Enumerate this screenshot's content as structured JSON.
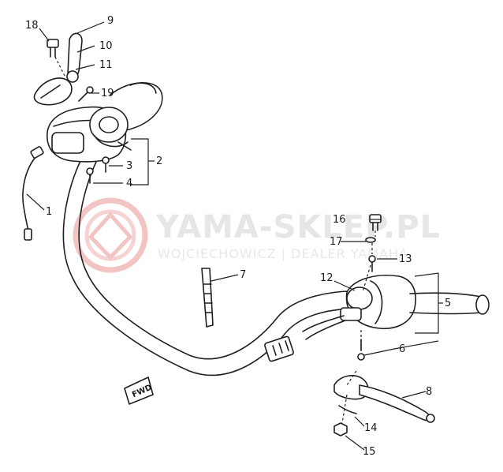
{
  "watermark": {
    "main": "YAMA-SKLEP.PL",
    "sub": "WOJCIECHOWICZ | DEALER YAMAHA",
    "color": "#e4e4e4",
    "logo_color": "#f3c4c4"
  },
  "direction_marker": "FWD",
  "callouts": [
    {
      "id": "1",
      "label": "1"
    },
    {
      "id": "2",
      "label": "2"
    },
    {
      "id": "3",
      "label": "3"
    },
    {
      "id": "4",
      "label": "4"
    },
    {
      "id": "5",
      "label": "5"
    },
    {
      "id": "6",
      "label": "6"
    },
    {
      "id": "7",
      "label": "7"
    },
    {
      "id": "8",
      "label": "8"
    },
    {
      "id": "9",
      "label": "9"
    },
    {
      "id": "10",
      "label": "10"
    },
    {
      "id": "11",
      "label": "11"
    },
    {
      "id": "12",
      "label": "12"
    },
    {
      "id": "13",
      "label": "13"
    },
    {
      "id": "14",
      "label": "14"
    },
    {
      "id": "15",
      "label": "15"
    },
    {
      "id": "16",
      "label": "16"
    },
    {
      "id": "17",
      "label": "17"
    },
    {
      "id": "18",
      "label": "18"
    },
    {
      "id": "19",
      "label": "19"
    }
  ]
}
